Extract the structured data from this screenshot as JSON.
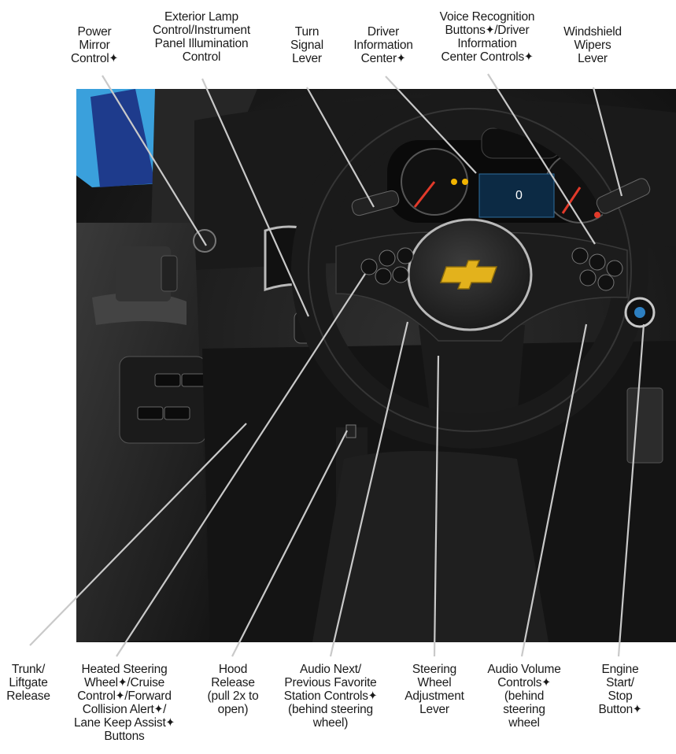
{
  "labels": {
    "power_mirror": "Power\nMirror\nControl✦",
    "exterior_lamp": "Exterior Lamp\nControl/Instrument\nPanel Illumination\nControl",
    "turn_signal": "Turn\nSignal\nLever",
    "driver_info_center": "Driver\nInformation\nCenter✦",
    "voice_recognition": "Voice Recognition\nButtons✦/Driver\nInformation\nCenter Controls✦",
    "windshield_wipers": "Windshield\nWipers\nLever",
    "trunk_release": "Trunk/\nLiftgate\nRelease",
    "heated_steering": "Heated Steering\nWheel✦/Cruise\nControl✦/Forward\nCollision Alert✦/\nLane Keep Assist✦\nButtons",
    "hood_release": "Hood\nRelease\n(pull 2x to\nopen)",
    "audio_next": "Audio Next/\nPrevious Favorite\nStation Controls✦\n(behind steering\nwheel)",
    "steering_adjust": "Steering\nWheel\nAdjustment\nLever",
    "audio_volume": "Audio Volume\nControls✦\n(behind\nsteering\nwheel",
    "engine_start": "Engine\nStart/\nStop\nButton✦"
  },
  "photo": {
    "display_value": "0",
    "colors": {
      "dash": "#161616",
      "trim": "#2a2a2a",
      "chrome": "#b9b9b9",
      "logo_gold": "#e3b21c",
      "sky": "#3aa0dc",
      "body_blue": "#1e3b8c"
    }
  }
}
